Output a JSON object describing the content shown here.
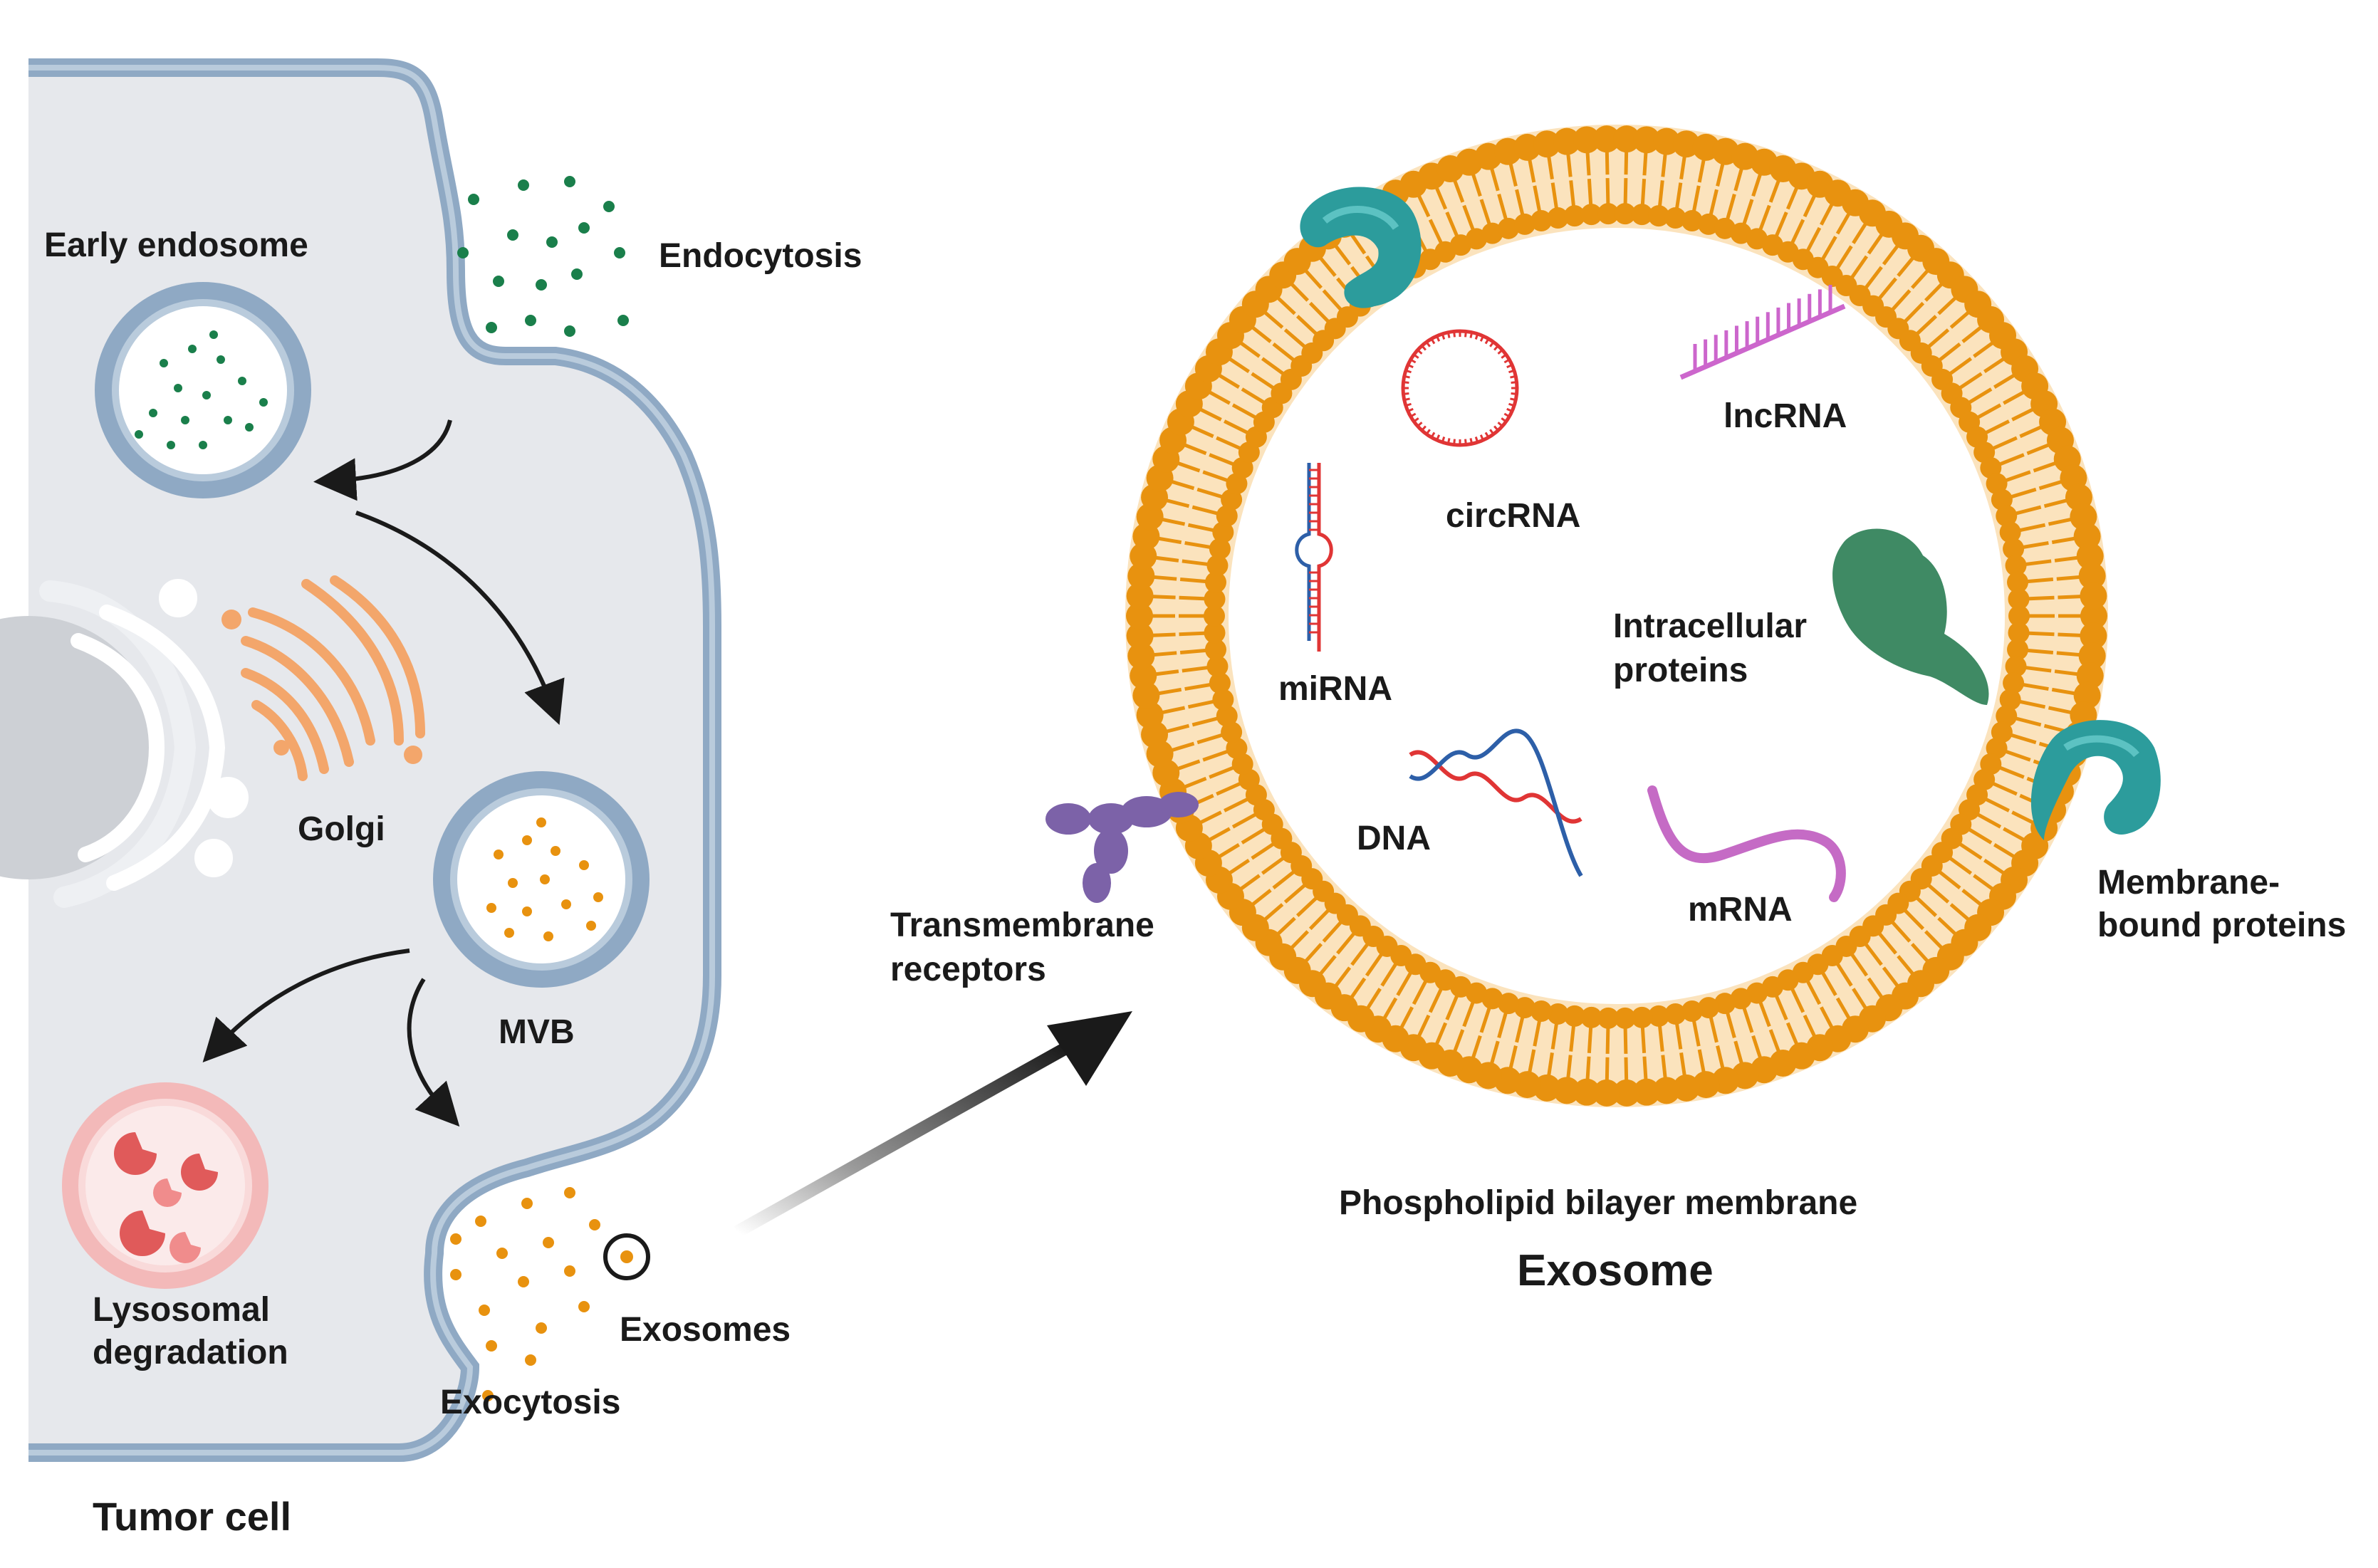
{
  "tumor_cell": {
    "title": "Tumor cell",
    "labels": {
      "early_endosome": "Early endosome",
      "endocytosis": "Endocytosis",
      "golgi": "Golgi",
      "mvb": "MVB",
      "lysosomal_line1": "Lysosomal",
      "lysosomal_line2": "degradation",
      "exosomes": "Exosomes",
      "exocytosis": "Exocytosis"
    }
  },
  "exosome": {
    "title": "Exosome",
    "membrane_label": "Phospholipid bilayer membrane",
    "cargo": {
      "circrna": "circRNA",
      "lncrna": "lncRNA",
      "mirna": "miRNA",
      "intracellular_line1": "Intracellular",
      "intracellular_line2": "proteins",
      "dna": "DNA",
      "mrna": "mRNA",
      "transmembrane_line1": "Transmembrane",
      "transmembrane_line2": "receptors",
      "membrane_bound_line1": "Membrane-",
      "membrane_bound_line2": "bound proteins"
    }
  },
  "colors": {
    "membrane_blue": "#8fa9c4",
    "cytoplasm": "#e6e8ec",
    "lipid_orange": "#e8920f",
    "endocytosis_dots": "#1a7f4b",
    "exosome_dots": "#e8920f",
    "golgi": "#f3a66b",
    "lysosome": "#e05a5a",
    "protein_teal": "#2c9c9c",
    "intracellular_green": "#3f8a64",
    "receptor_purple": "#7c62a8",
    "lncrna_pink": "#cc66cc",
    "circrna_red": "#e03535",
    "mrna_pink": "#c56bc5",
    "dna_red": "#e03535",
    "dna_blue": "#2d5fa8"
  },
  "icons": [
    "arrow-icon",
    "lipid-bilayer-icon",
    "protein-icon",
    "receptor-icon",
    "dna-helix-icon",
    "rna-strand-icon"
  ]
}
